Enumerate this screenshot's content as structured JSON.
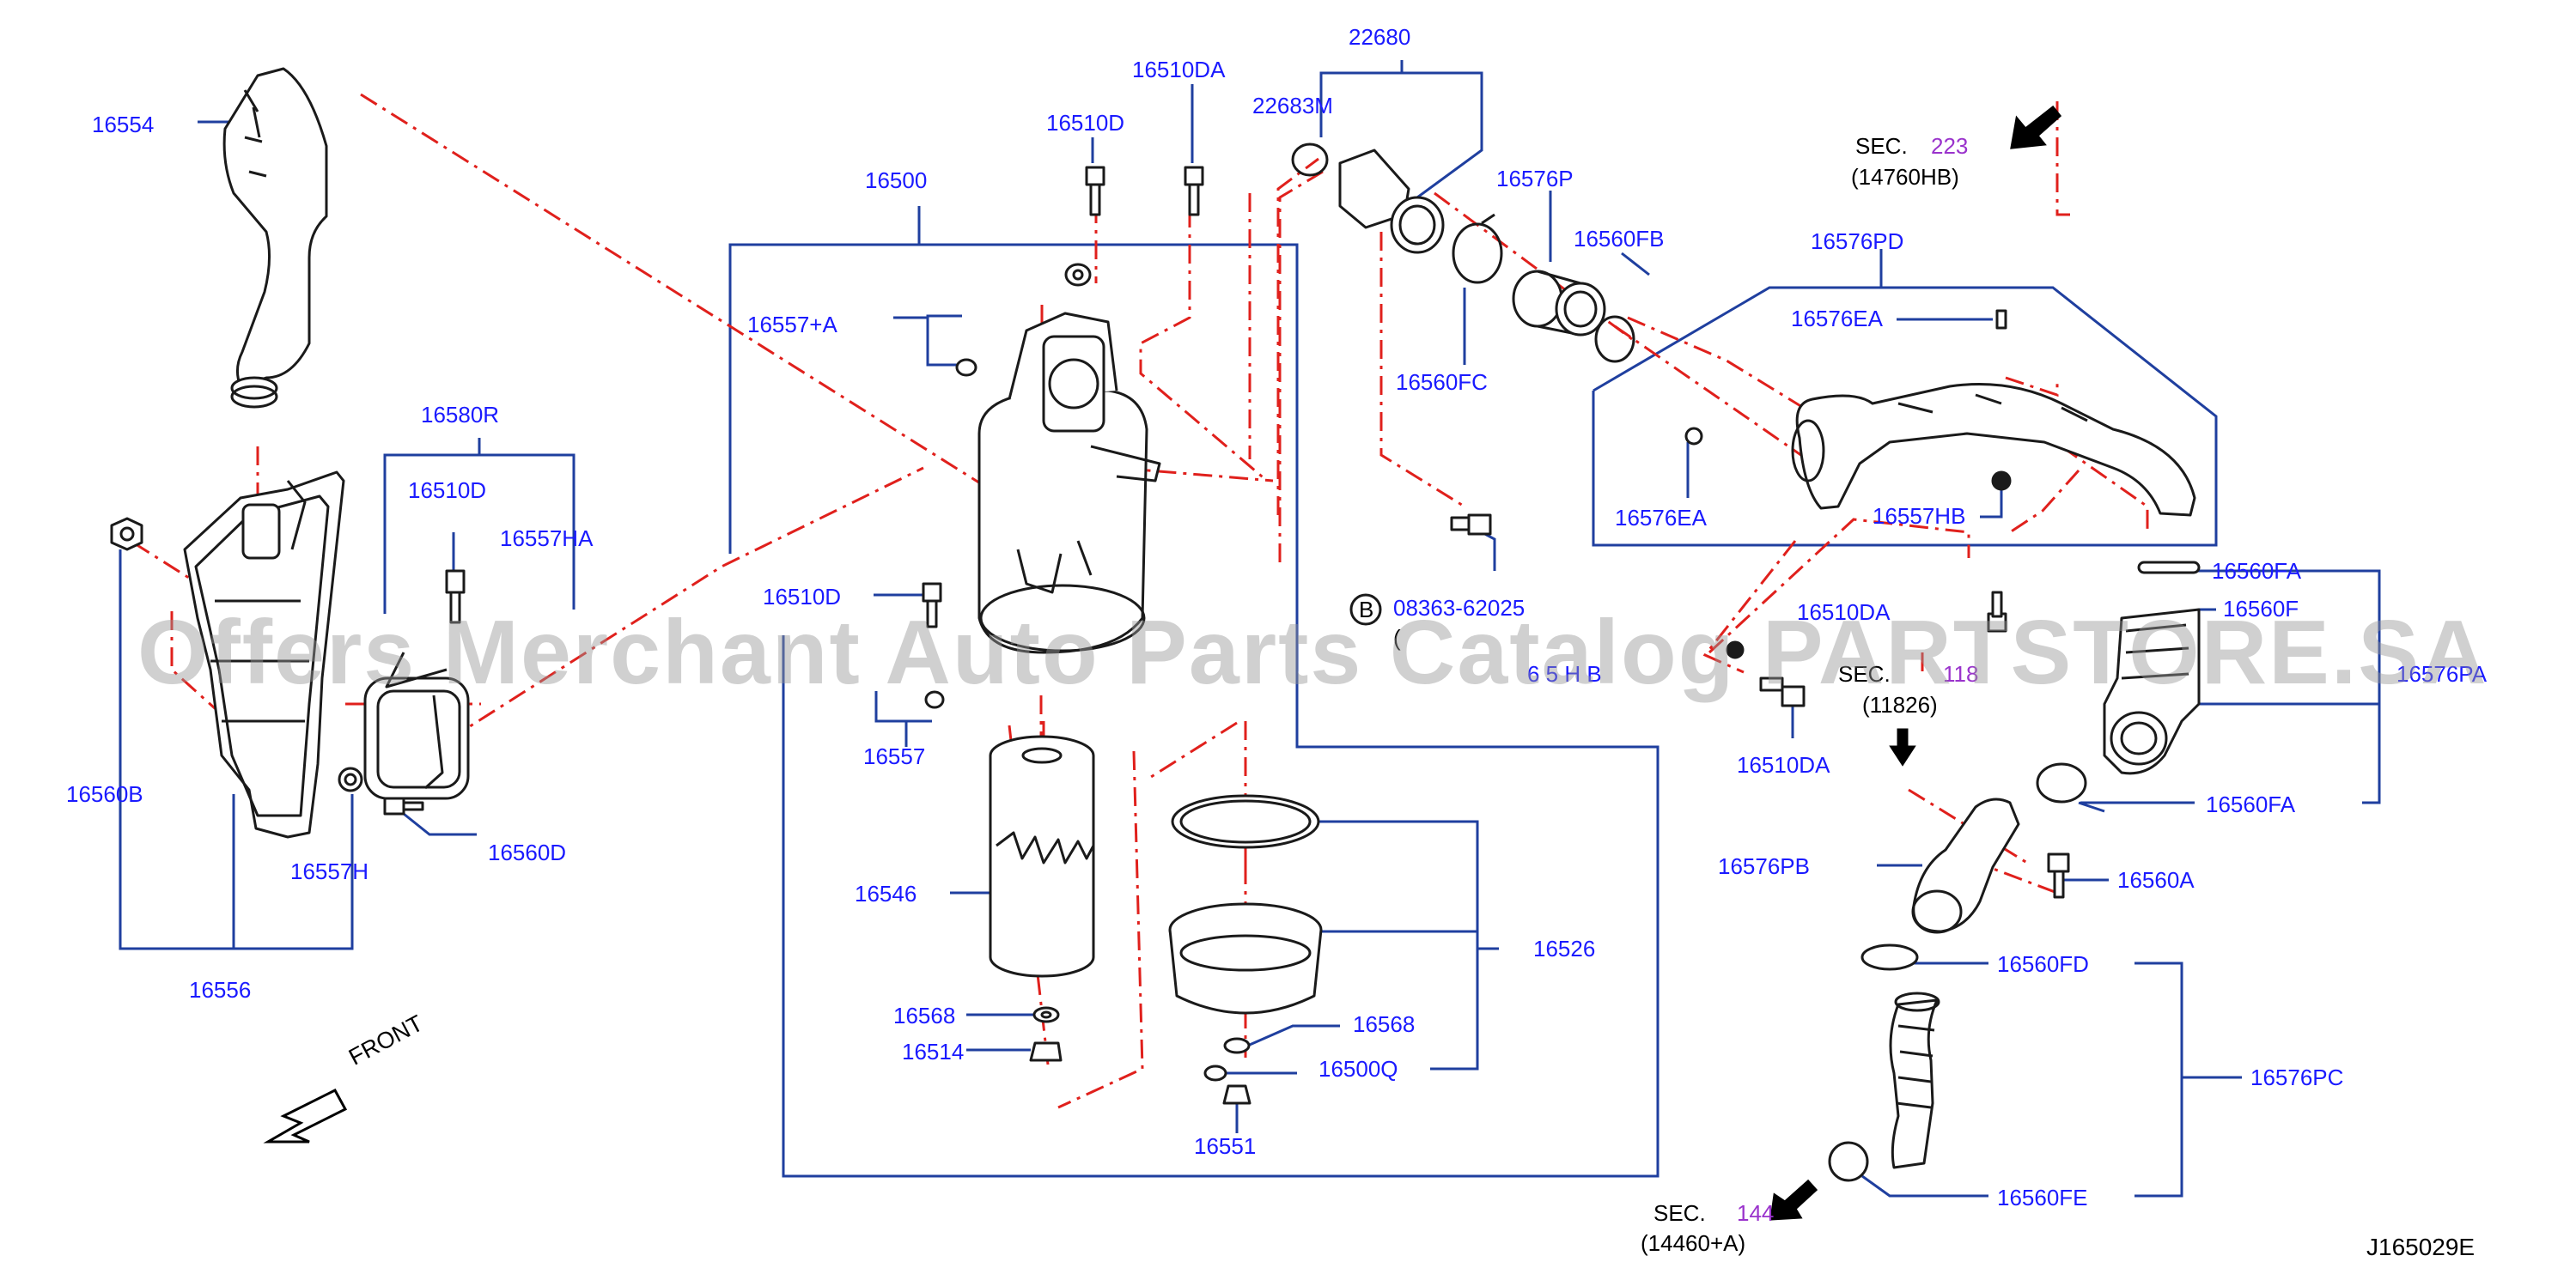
{
  "diagram": {
    "drawing_id": "J165029E",
    "watermark": "Offers Merchant Auto Parts Catalog PARTSTORE.SA",
    "front_label": "FRONT",
    "bolt_symbol": "B",
    "part_labels": {
      "p16554": "16554",
      "p16556": "16556",
      "p16560B": "16560B",
      "p16580R": "16580R",
      "p16510D_a": "16510D",
      "p16557HA": "16557HA",
      "p16557H": "16557H",
      "p16560D": "16560D",
      "p16500": "16500",
      "p16557A": "16557+A",
      "p16510D_b": "16510D",
      "p16510DA_a": "16510DA",
      "p16510D_c": "16510D",
      "p16557": "16557",
      "p16546": "16546",
      "p16568_a": "16568",
      "p16514": "16514",
      "p16526": "16526",
      "p16568_b": "16568",
      "p16500Q": "16500Q",
      "p16551": "16551",
      "p22680": "22680",
      "p22683M": "22683M",
      "p16576P": "16576P",
      "p16560FB": "16560FB",
      "p16560FC": "16560FC",
      "p08363": "08363-62025",
      "p08363_qty": "(",
      "p16576PD": "16576PD",
      "p16576EA_a": "16576EA",
      "p16576EA_b": "16576EA",
      "p16557HB": "16557HB",
      "p16510DA_b": "16510DA",
      "p16510DA_c": "16510DA",
      "p16557HB_partial": "6 5 H B",
      "p16560FA_a": "16560FA",
      "p16560F": "16560F",
      "p16576PA": "16576PA",
      "p16560FA_b": "16560FA",
      "p16576PB": "16576PB",
      "p16560A": "16560A",
      "p16560FD": "16560FD",
      "p16576PC": "16576PC",
      "p16560FE": "16560FE"
    },
    "section_refs": {
      "sec223_prefix": "SEC.",
      "sec223_num": "223",
      "sec223_sub": "(14760HB)",
      "sec118_prefix": "SEC.",
      "sec118_num": "118",
      "sec118_sub": "(11826)",
      "sec144_prefix": "SEC.",
      "sec144_num": "144",
      "sec144_sub": "(14460+A)"
    },
    "colors": {
      "label_blue": "#1a1aff",
      "leader_blue": "#1f3f9f",
      "dash_red": "#e0201c",
      "section_purple": "#9a33cc",
      "part_line": "#1a1a1a"
    }
  }
}
